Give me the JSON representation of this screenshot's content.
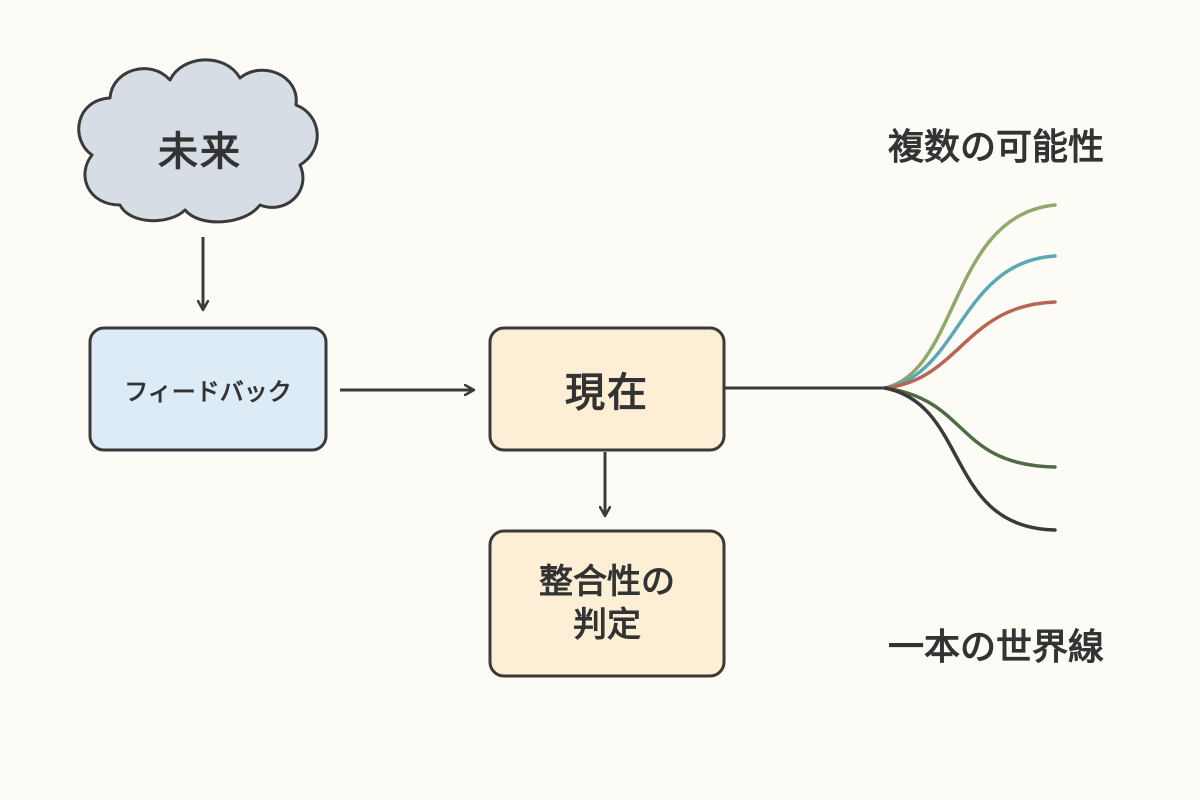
{
  "nodes": {
    "future": "未来",
    "feedback": "フィードバック",
    "present": "現在",
    "judgement": "整合性の\n判定"
  },
  "labels": {
    "possibilities": "複数の可能性",
    "single_worldline": "一本の世界線"
  },
  "colors": {
    "background": "#fdfbf6",
    "cloud_fill": "#d6dde4",
    "feedback_fill": "#dcebf5",
    "present_fill": "#fdeed6",
    "outline": "#3a3a3a",
    "branch_green_light": "#8fa96a",
    "branch_teal": "#5aa8b5",
    "branch_red": "#b86552",
    "branch_dark_green": "#4f6b45",
    "branch_dark": "#3a3a3a"
  }
}
